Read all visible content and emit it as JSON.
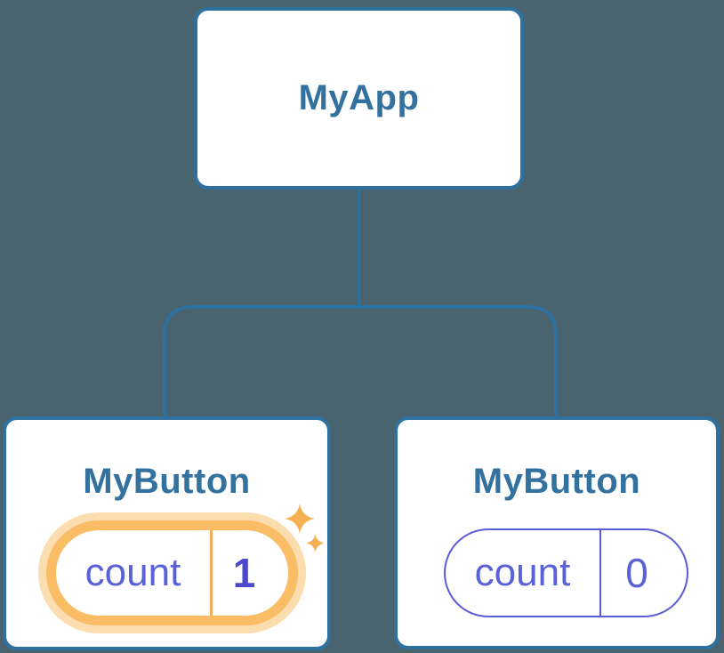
{
  "diagram": {
    "kind": "react-component-tree",
    "tree": {
      "root": {
        "label": "MyApp"
      },
      "children": [
        {
          "label": "MyButton",
          "state": {
            "name": "count",
            "value": "1"
          },
          "highlighted": true
        },
        {
          "label": "MyButton",
          "state": {
            "name": "count",
            "value": "0"
          },
          "highlighted": false
        }
      ]
    },
    "icons": {
      "highlight": "sparkle-icon (four-point star), shown twice next to updated state pill"
    },
    "colors": {
      "background": "#4A646F",
      "node_background": "#FFFFFF",
      "node_border": "#2E709E",
      "node_label": "#33719E",
      "connector_line": "#2E709E",
      "state_text": "#5B61D6",
      "state_value_highlight": "#4A4ACD",
      "highlight_ring": "#FABC64",
      "highlight_glow": "#FCDDB0",
      "sparkle": "#F5B054"
    }
  }
}
